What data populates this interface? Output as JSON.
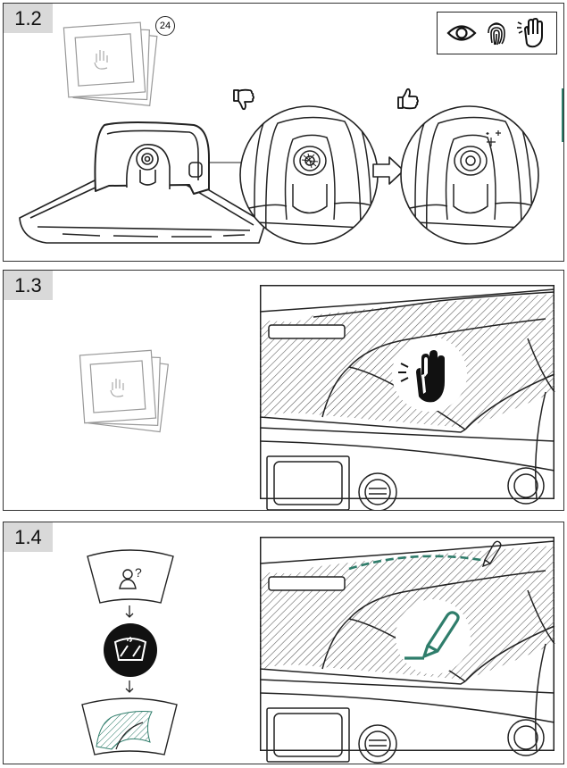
{
  "panels": [
    {
      "label": "1.2",
      "ref_number": "24"
    },
    {
      "label": "1.3"
    },
    {
      "label": "1.4",
      "question_mark": "?"
    }
  ],
  "colors": {
    "line": "#222222",
    "accent": "#2f7d6b",
    "hatch": "#555555",
    "step_bg": "#d9d9d9"
  },
  "icons": [
    "eye-icon",
    "fingerprint-icon",
    "wiping-hand-icon",
    "thumbs-down-icon",
    "thumbs-up-icon",
    "arrow-right-icon",
    "pencil-icon",
    "person-question-icon",
    "windshield-icon"
  ]
}
